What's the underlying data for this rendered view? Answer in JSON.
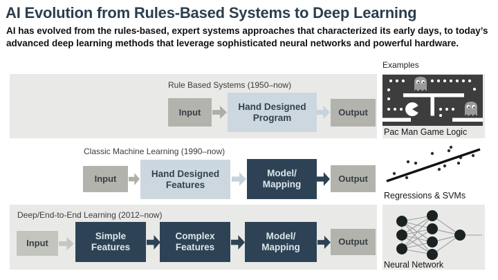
{
  "header": {
    "title": "AI Evolution from Rules-Based Systems to Deep Learning",
    "subtitle": "AI has evolved from the rules-based, expert systems approaches that characterized its early days, to today’s advanced deep learning methods that leverage sophisticated neural networks and powerful hardware."
  },
  "rows": [
    {
      "label": "Rule Based Systems (1950–now)",
      "boxes": [
        "Input",
        "Hand Designed\nProgram",
        "Output"
      ]
    },
    {
      "label": "Classic Machine Learning (1990–now)",
      "boxes": [
        "Input",
        "Hand Designed\nFeatures",
        "Model/\nMapping",
        "Output"
      ]
    },
    {
      "label": "Deep/End-to-End Learning (2012–now)",
      "boxes": [
        "Input",
        "Simple\nFeatures",
        "Complex\nFeatures",
        "Model/\nMapping",
        "Output"
      ]
    }
  ],
  "examples": {
    "heading": "Examples",
    "items": [
      {
        "caption": "Pac Man Game Logic",
        "icon": "pacman-maze-icon"
      },
      {
        "caption": "Regressions & SVMs",
        "icon": "scatter-regression-icon"
      },
      {
        "caption": "Neural Network",
        "icon": "neural-network-icon"
      }
    ]
  },
  "colors": {
    "navy": "#2d4355",
    "light_blue": "#cdd7e0",
    "box_gray": "#b3b3ad",
    "band_gray": "#e9e9e7",
    "title_text": "#2b3e4e"
  }
}
